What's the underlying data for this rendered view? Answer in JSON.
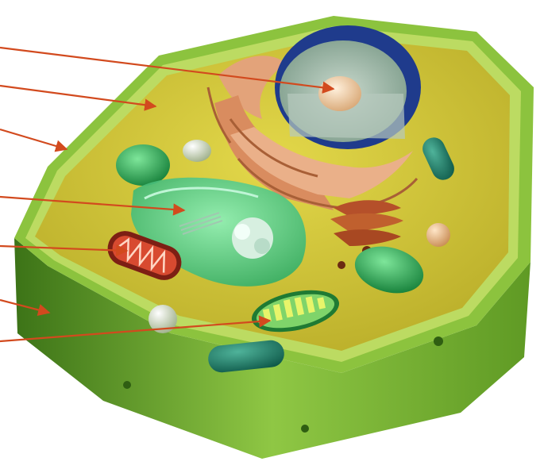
{
  "diagram": {
    "subject": "plant-cell-cutaway",
    "labels_present": false,
    "pointer_count": 7,
    "pointer_color": "#d24a1e",
    "pointer_targets": [
      "nucleolus",
      "cytoplasm",
      "cell-membrane",
      "vacuole",
      "mitochondrion",
      "cell-wall",
      "chloroplast"
    ],
    "colors": {
      "cell_wall_outer": "#6aa329",
      "cell_wall_light": "#b5d85a",
      "cytoplasm": "#d4cc3a",
      "nucleus_envelope": "#1f3b8c",
      "nucleus_interior": "#9fb8a8",
      "nucleolus": "#f0c99a",
      "er_color": "#d98c5f",
      "golgi_color": "#b5502a",
      "vacuole": "#4fd18a",
      "chloroplast": "#2e9e4a",
      "mitochondrion": "#c0392b"
    }
  }
}
